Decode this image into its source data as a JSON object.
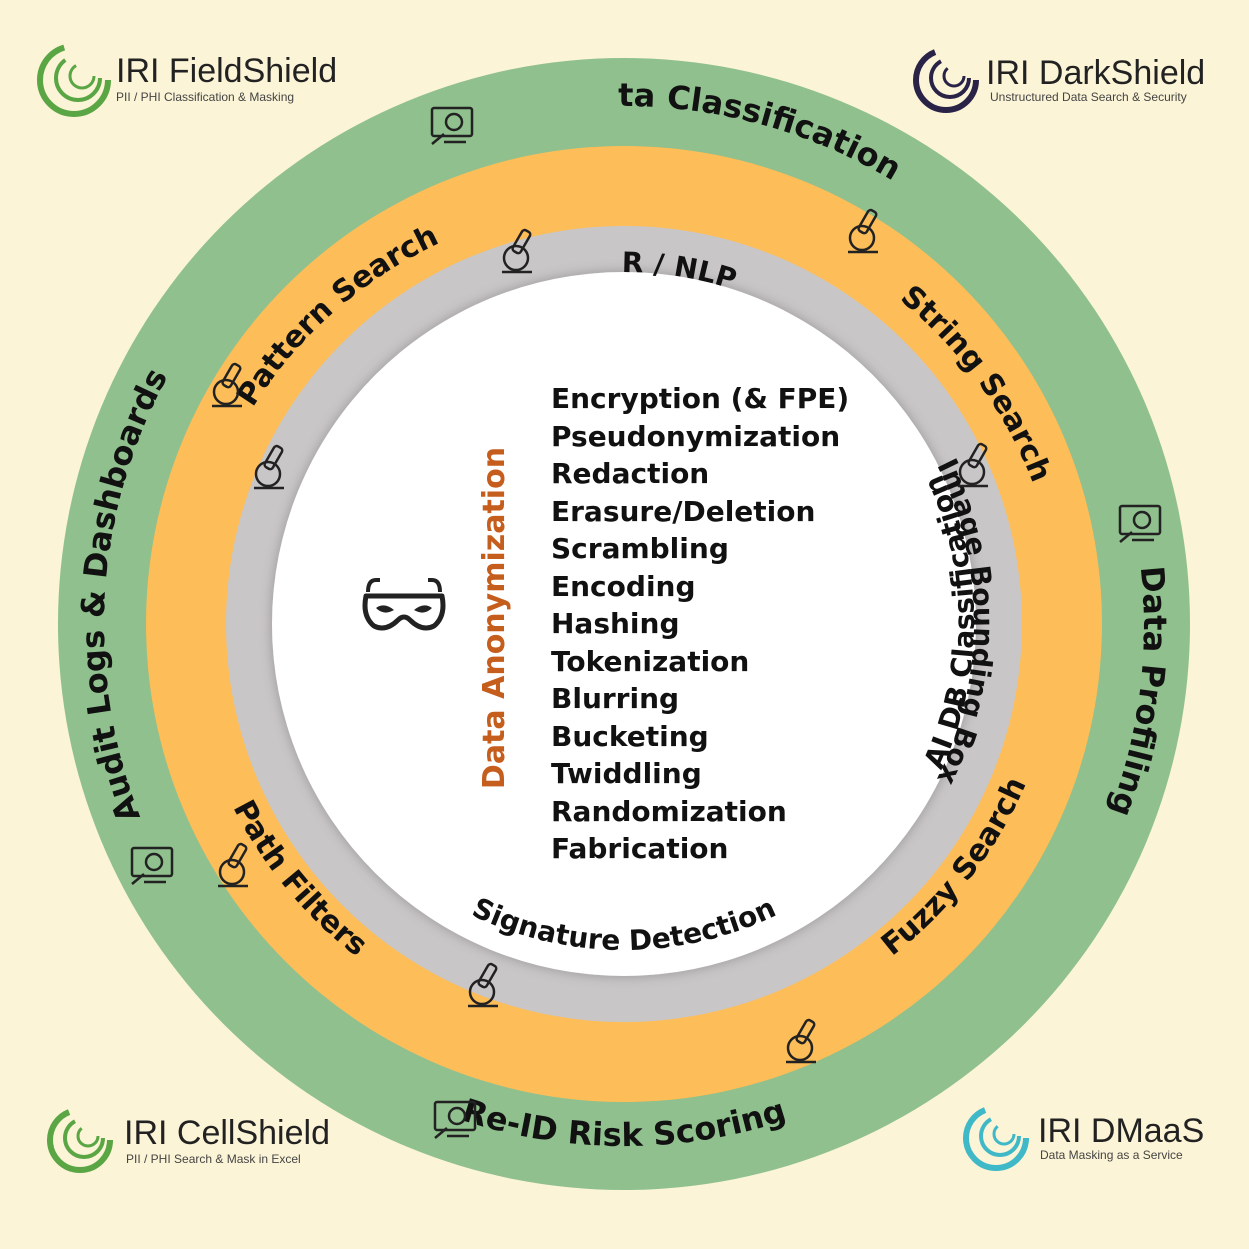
{
  "colors": {
    "background": "#fbf4d6",
    "outer_ring": "#8fc08d",
    "middle_ring": "#fdbd58",
    "inner_ring": "#c9c6c7",
    "core": "#ffffff",
    "accent": "#c55d1d"
  },
  "outer_ring": {
    "data_classification": "Data Classification",
    "data_profiling": "Data Profiling",
    "re_id_risk_scoring": "Re-ID Risk Scoring",
    "audit_logs": "Audit Logs & Dashboards"
  },
  "middle_ring": {
    "pattern_search": "Pattern Search",
    "string_search": "String Search",
    "fuzzy_search": "Fuzzy Search",
    "path_filters": "Path Filters"
  },
  "inner_ring": {
    "ner_nlp": "NER / NLP",
    "image_bounding_box": "Image Bounding Box",
    "signature_detection": "Signature Detection",
    "ai_db_classification": "AI DB Classification"
  },
  "center": {
    "title": "Data Anonymization",
    "icon": "mask-icon",
    "methods": [
      "Encryption (& FPE)",
      "Pseudonymization",
      "Redaction",
      "Erasure/Deletion",
      "Scrambling",
      "Encoding",
      "Hashing",
      "Tokenization",
      "Blurring",
      "Bucketing",
      "Twiddling",
      "Randomization",
      "Fabrication"
    ]
  },
  "logos": {
    "fieldshield": {
      "name": "IRI FieldShield",
      "tagline": "PII / PHI Classification & Masking",
      "color": "#5aa544"
    },
    "darkshield": {
      "name": "IRI DarkShield",
      "tagline": "Unstructured Data Search & Security",
      "color": "#2a2348"
    },
    "cellshield": {
      "name": "IRI CellShield",
      "tagline": "PII / PHI Search & Mask in Excel",
      "color": "#5aa544"
    },
    "dmaas": {
      "name": "IRI DMaaS",
      "tagline": "Data Masking as a Service",
      "color": "#3fb8c8"
    }
  }
}
